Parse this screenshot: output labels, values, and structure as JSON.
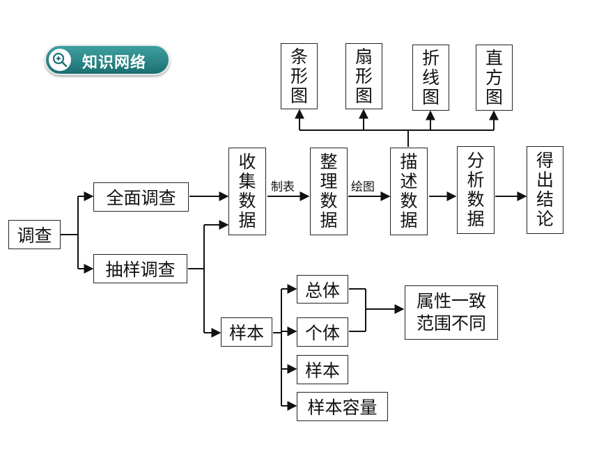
{
  "badge": {
    "title": "知识网络",
    "icon": "search-icon"
  },
  "nodes": {
    "survey": "调查",
    "census": "全面调查",
    "sample_survey": "抽样调查",
    "collect": [
      "收",
      "集",
      "数",
      "据"
    ],
    "organize": [
      "整",
      "理",
      "数",
      "据"
    ],
    "describe": [
      "描",
      "述",
      "数",
      "据"
    ],
    "analyze": [
      "分",
      "析",
      "数",
      "据"
    ],
    "conclude": [
      "得",
      "出",
      "结",
      "论"
    ],
    "bar_chart": [
      "条",
      "形",
      "图"
    ],
    "pie_chart": [
      "扇",
      "形",
      "图"
    ],
    "line_chart": [
      "折",
      "线",
      "图"
    ],
    "histogram": [
      "直",
      "方",
      "图"
    ],
    "sample": "样本",
    "population": "总体",
    "individual": "个体",
    "sample_item": "样本",
    "sample_size": "样本容量",
    "attribute_line1": "属性一致",
    "attribute_line2": "范围不同"
  },
  "edges": {
    "tabulate": "制表",
    "plot": "绘图"
  }
}
